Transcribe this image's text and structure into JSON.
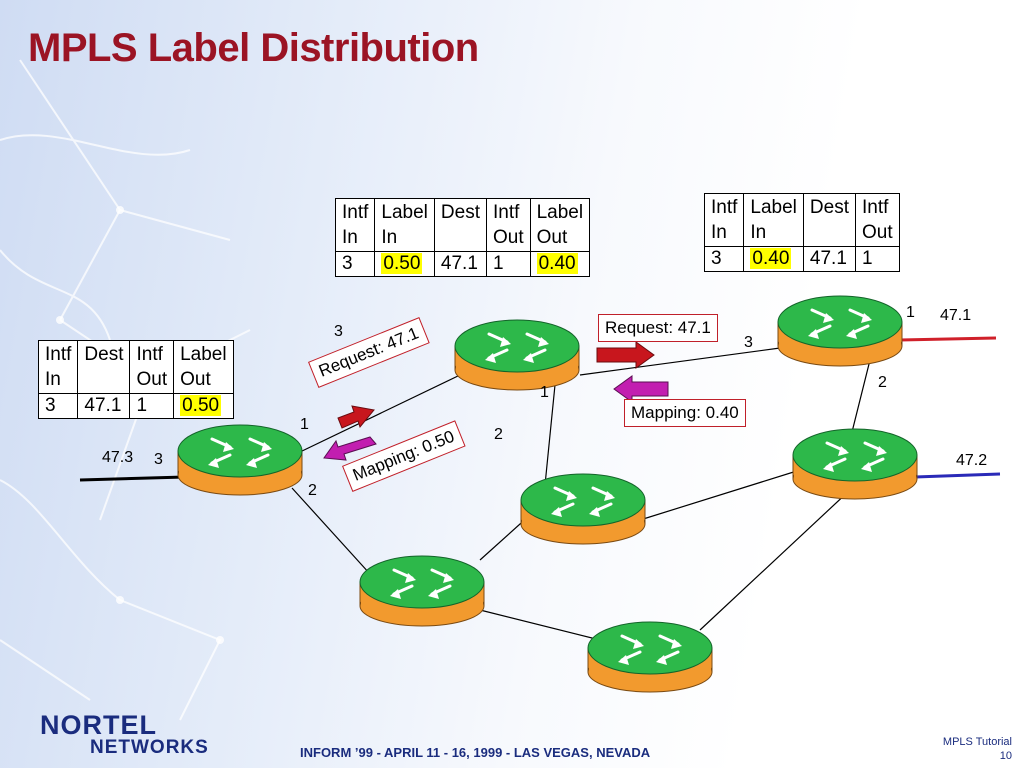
{
  "slide": {
    "title": "MPLS Label Distribution",
    "footer_center": "INFORM ’99 - APRIL 11 - 16, 1999 - LAS VEGAS, NEVADA",
    "footer_right_title": "MPLS Tutorial",
    "page_number": "10",
    "logo": {
      "top": "NORTEL",
      "bottom": "NETWORKS"
    }
  },
  "tables": {
    "left": {
      "headers": [
        [
          "Intf",
          "In"
        ],
        [
          "Dest"
        ],
        [
          "Intf",
          "Out"
        ],
        [
          "Label",
          "Out"
        ]
      ],
      "row": [
        "3",
        "47.1",
        "1",
        "0.50"
      ]
    },
    "middle": {
      "headers": [
        [
          "Intf",
          "In"
        ],
        [
          "Label",
          "In"
        ],
        [
          "Dest"
        ],
        [
          "Intf",
          "Out"
        ],
        [
          "Label",
          "Out"
        ]
      ],
      "row": [
        "3",
        "0.50",
        "47.1",
        "1",
        "0.40"
      ]
    },
    "right": {
      "headers": [
        [
          "Intf",
          "In"
        ],
        [
          "Label",
          "In"
        ],
        [
          "Dest"
        ],
        [
          "Intf",
          "Out"
        ]
      ],
      "row": [
        "3",
        "0.40",
        "47.1",
        "1"
      ]
    }
  },
  "messages": {
    "request_top": "Request: 47.1",
    "mapping_right": "Mapping: 0.40",
    "request_diag": "Request: 47.1",
    "mapping_diag": "Mapping: 0.50"
  },
  "port_labels": {
    "mid_router_left": "3",
    "mid_router_right": "1",
    "mid_router_bottom": "2",
    "top_right_left": "3",
    "top_right_top": "1",
    "top_right_bottom": "2",
    "left_router_left": "3",
    "left_router_top": "1",
    "left_router_bottom": "2"
  },
  "prefixes": {
    "right_top": "47.1",
    "right_mid": "47.2",
    "left": "47.3"
  },
  "colors": {
    "title": "#9b1424",
    "router_top": "#2db84a",
    "router_body": "#f29a2e",
    "request_arrow": "#c8161d",
    "mapping_arrow": "#c21eb0",
    "link_red": "#d0202a",
    "link_blue": "#2a2ab8"
  },
  "icons": [
    "router-icon",
    "request-arrow-icon",
    "mapping-arrow-icon"
  ]
}
